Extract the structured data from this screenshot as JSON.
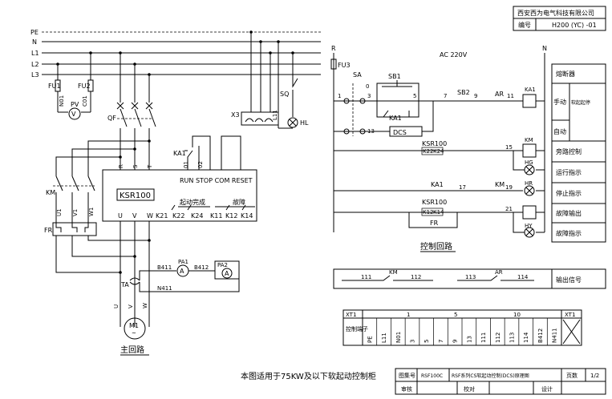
{
  "title_block": {
    "company": "西安西为电气科技有限公司",
    "number_label": "编号",
    "number_value": "H200 (YC) -01"
  },
  "buses": [
    "PE",
    "N",
    "L1",
    "L2",
    "L3"
  ],
  "main_circuit": {
    "fu1": "FU1",
    "fu2": "FU2",
    "n01": "N01",
    "c01": "C01",
    "pv": "PV",
    "v": "V",
    "qf": "QF",
    "x3": "X3",
    "l11": "L11",
    "sq": "SQ",
    "hl": "HL",
    "km": "KM",
    "fr": "FR",
    "km_terms": [
      "U1",
      "V1",
      "W1"
    ],
    "ksr_label": "KSR100",
    "ksr_top_terms": [
      "R",
      "S",
      "T"
    ],
    "ksr_control_terms": [
      "01",
      "02"
    ],
    "ksr_functions": "RUN STOP COM RESET",
    "ksr_bottom_terms": [
      "U",
      "V",
      "W"
    ],
    "ksr_relays": [
      "K21",
      "K22",
      "K24",
      "K11",
      "K12",
      "K14"
    ],
    "start_done": "起动完成",
    "fault": "故障",
    "ka1": "KA1",
    "ta": "TA",
    "b411": "B411",
    "b412": "B412",
    "n411": "N411",
    "pa1": "PA1",
    "pa2": "PA2",
    "a": "A",
    "motor_terms": [
      "U",
      "V",
      "W"
    ],
    "motor": "M1",
    "caption": "主回路"
  },
  "control_circuit": {
    "r": "R",
    "n": "N",
    "fu3": "FU3",
    "ac": "AC 220V",
    "sa": "SA",
    "sa_mark": "0",
    "sb1": "SB1",
    "sb2": "SB2",
    "ka1": "KA1",
    "ar": "AR",
    "dcs": "DCS",
    "ksr100": "KSR100",
    "k22": "K22",
    "k24": "K24",
    "k12": "K12",
    "k14": "K14",
    "km": "KM",
    "hg": "HG",
    "hr": "HR",
    "hy": "HY",
    "fr": "FR",
    "nodes": [
      "1",
      "3",
      "5",
      "7",
      "9",
      "11",
      "13",
      "15",
      "17",
      "19",
      "21"
    ],
    "caption": "控制回路"
  },
  "right_labels": [
    "熔断器",
    "手动",
    "软起起停",
    "自动",
    "旁路控制",
    "运行指示",
    "停止指示",
    "故障输出",
    "故障指示"
  ],
  "output_row": {
    "terms": [
      "111",
      "112",
      "113",
      "114"
    ],
    "km": "KM",
    "ar": "AR",
    "label": "输出信号"
  },
  "terminal_table": {
    "xt1": "XT1",
    "row_label": "控制端子",
    "group_numbers": [
      "1",
      "5",
      "10"
    ],
    "terminals": [
      "PE",
      "L11",
      "N01",
      "3",
      "5",
      "7",
      "9",
      "13",
      "111",
      "112",
      "113",
      "114",
      "B412",
      "N411"
    ]
  },
  "footer": {
    "note": "本图适用于75KW及以下软起动控制柜",
    "drawing_no_label": "图集号",
    "drawing_no": "RSF100C",
    "drawing_title": "RSF系列CS软起动控制(DCS)原理图",
    "page_label": "页数",
    "page": "1/2",
    "review": "审核",
    "check": "校对",
    "design": "设计"
  }
}
